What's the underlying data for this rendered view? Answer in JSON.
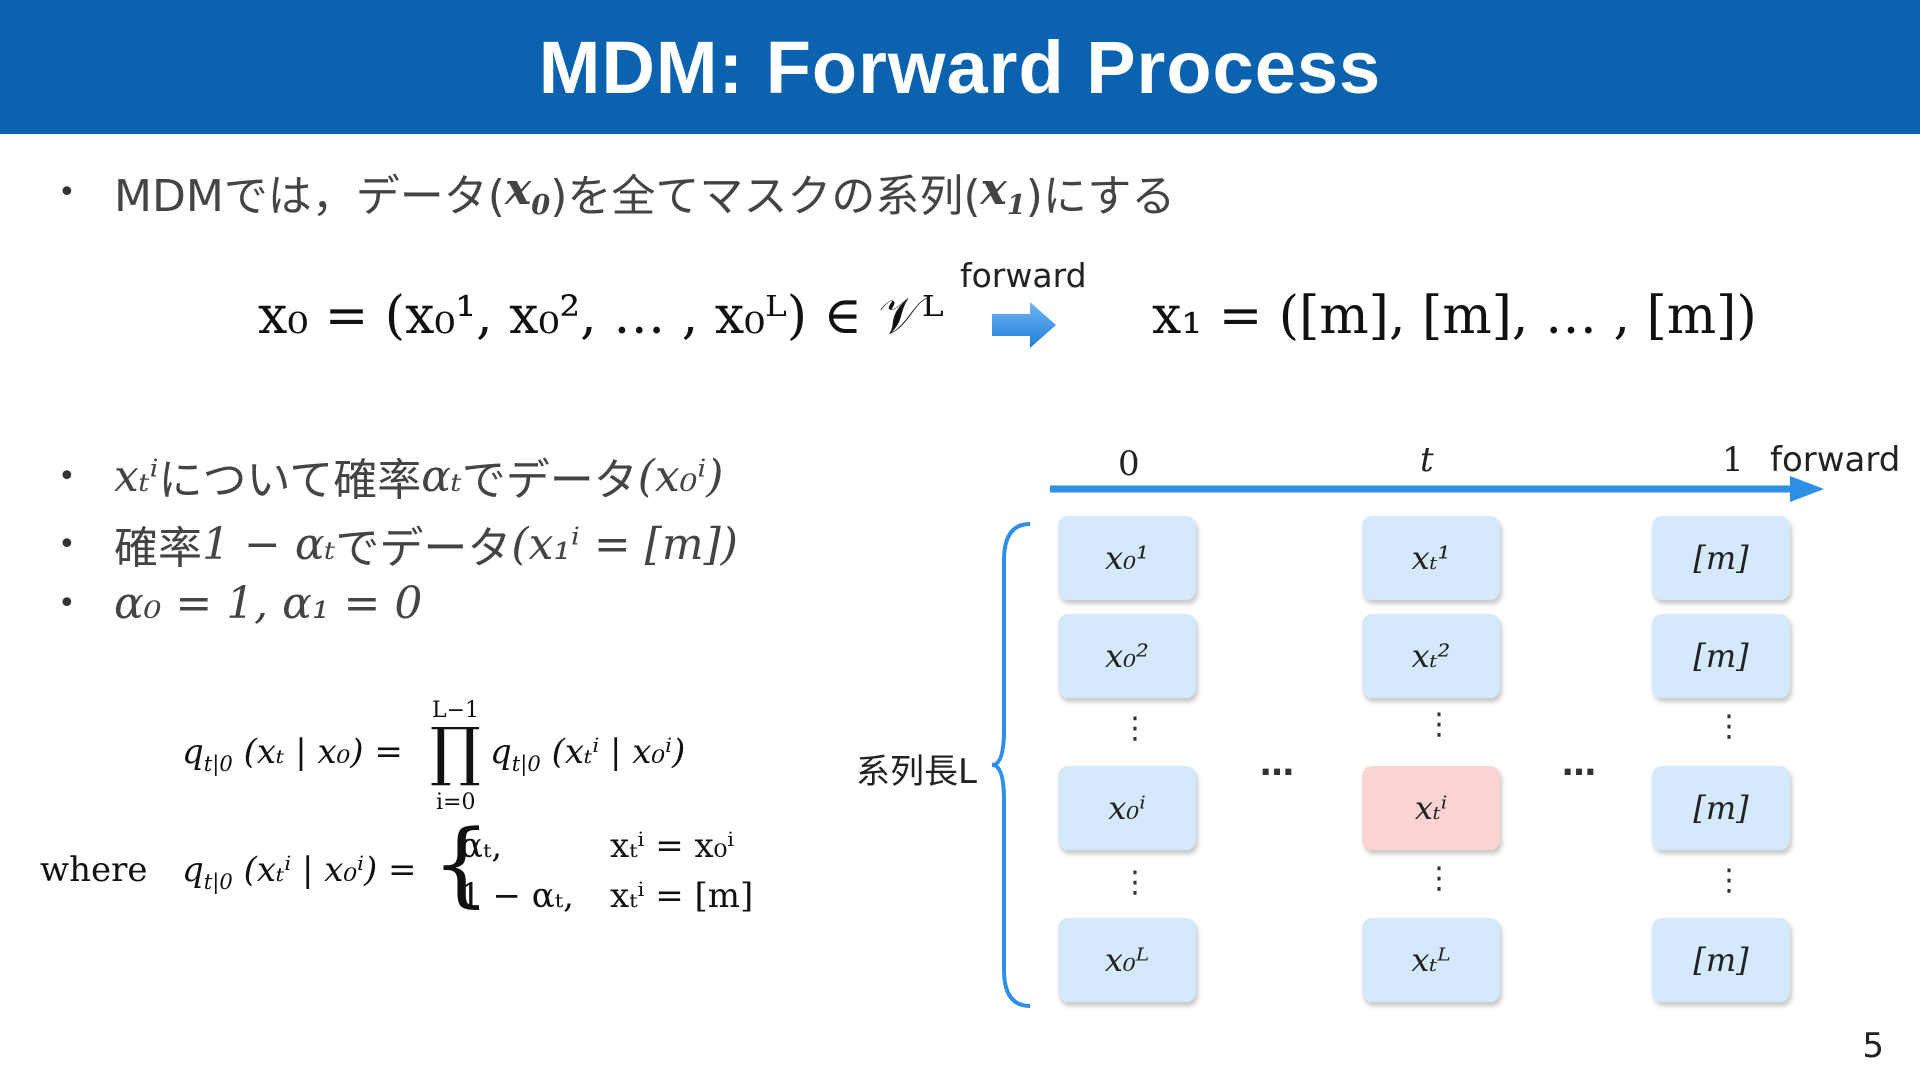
{
  "title": "MDM: Forward Process",
  "bullet1": {
    "pre": "MDMでは，データ(",
    "x0": "x",
    "x0_sub": "0",
    "mid": ")を全てマスクの系列(",
    "x1": "x",
    "x1_sub": "1",
    "post": ")にする"
  },
  "top_eq": {
    "lhs": "x₀ = (x₀¹, x₀², … , x₀ᴸ) ∈ 𝒱ᴸ",
    "arrow_label": "forward",
    "rhs": "x₁ = ([m], [m], … , [m])"
  },
  "bullets": [
    {
      "math": "xₜⁱ",
      "text": "について確率",
      "math2": "αₜ",
      "text2": "でデータ",
      "math3": "(x₀ⁱ)"
    },
    {
      "text": "確率",
      "math": "1 − αₜ",
      "text2": "でデータ",
      "math2": "(x₁ⁱ = [m])"
    },
    {
      "math": "α₀ = 1, α₁ = 0"
    }
  ],
  "formula": {
    "line1_lhs": "q",
    "line1_lhs_sub": "t|0",
    "line1_arg": "(xₜ | x₀) =",
    "prod_top": "L−1",
    "prod_symbol": "∏",
    "prod_bottom": "i=0",
    "line1_rhs": "(xₜⁱ | x₀ⁱ)",
    "where": "where",
    "line2_arg": "(xₜⁱ | x₀ⁱ) =",
    "case1_val": "αₜ,",
    "case1_cond": "xₜⁱ = x₀ⁱ",
    "case2_val": "1 − αₜ,",
    "case2_cond": "xₜⁱ = [m]"
  },
  "diagram": {
    "axis_labels": [
      "0",
      "t",
      "1"
    ],
    "forward_label": "forward",
    "length_label": "系列長L",
    "col0": [
      "x₀¹",
      "x₀²",
      "x₀ⁱ",
      "x₀ᴸ"
    ],
    "colt": [
      "xₜ¹",
      "xₜ²",
      "xₜⁱ",
      "xₜᴸ"
    ],
    "col1": [
      "[m]",
      "[m]",
      "[m]",
      "[m]"
    ],
    "vdots": "⋮",
    "hdots": "…"
  },
  "page_number": "5",
  "colors": {
    "header": "#0b63b0",
    "arrow": "#2e8fe6",
    "cell": "#d4e9fb",
    "cell_highlight": "#fbd3d3"
  }
}
